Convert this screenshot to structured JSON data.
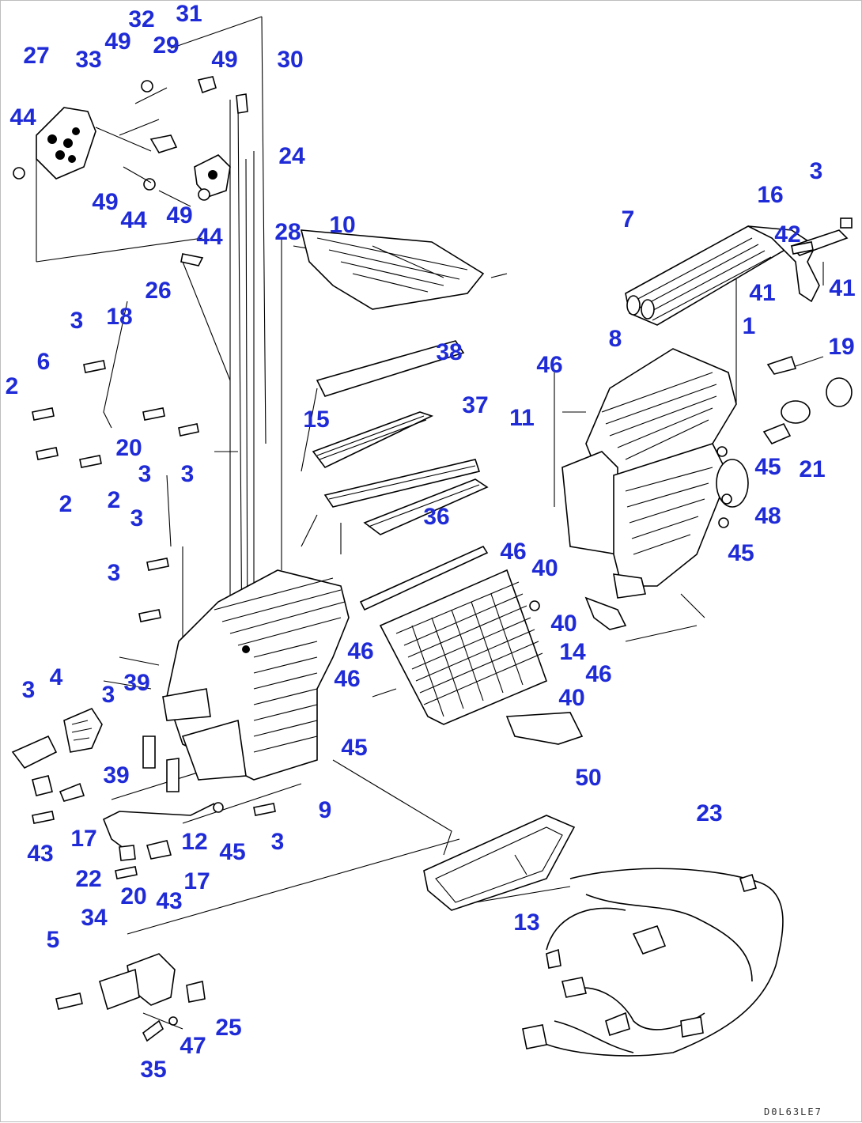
{
  "diagram": {
    "callouts": {
      "c27": "27",
      "c44a": "44",
      "c33": "33",
      "c49a": "49",
      "c32": "32",
      "c29": "29",
      "c31": "31",
      "c49b": "49",
      "c30": "30",
      "c24": "24",
      "c49c": "49",
      "c44b": "44",
      "c49d": "49",
      "c44c": "44",
      "c28": "28",
      "c10": "10",
      "c7": "7",
      "c16": "16",
      "c3a": "3",
      "c41a": "41",
      "c41b": "41",
      "c42": "42",
      "c1": "1",
      "c19": "19",
      "c26": "26",
      "c3b": "3",
      "c18": "18",
      "c6": "6",
      "c2a": "2",
      "c20a": "20",
      "c3c": "3",
      "c3d": "3",
      "c2b": "2",
      "c2c": "2",
      "c38": "38",
      "c15": "15",
      "c37": "37",
      "c11": "11",
      "c46a": "46",
      "c8": "8",
      "c45a": "45",
      "c21": "21",
      "c48": "48",
      "c36": "36",
      "c45b": "45",
      "c3e": "3",
      "c46b": "46",
      "c40a": "40",
      "c3f": "3",
      "c40b": "40",
      "c14": "14",
      "c46c": "46",
      "c46d": "46",
      "c46e": "46",
      "c3g": "3",
      "c4": "4",
      "c3h": "3",
      "c39a": "39",
      "c40c": "40",
      "c39b": "39",
      "c45c": "45",
      "c50": "50",
      "c9": "9",
      "c43a": "43",
      "c17a": "17",
      "c12": "12",
      "c45d": "45",
      "c3i": "3",
      "c23": "23",
      "c22": "22",
      "c17b": "17",
      "c20b": "20",
      "c43b": "43",
      "c13": "13",
      "c34": "34",
      "c5": "5",
      "c25": "25",
      "c47": "47",
      "c35": "35"
    },
    "reference_code": "D0L63LE7"
  }
}
